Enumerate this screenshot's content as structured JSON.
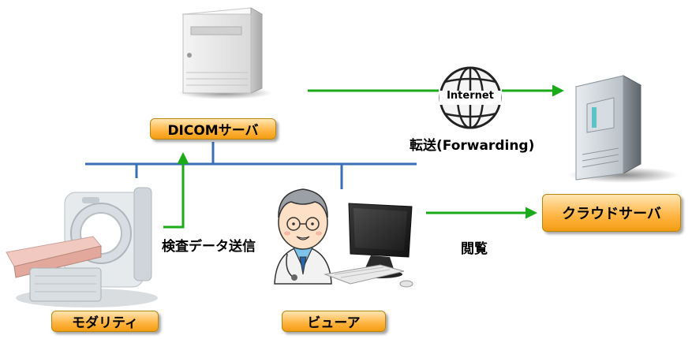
{
  "labels": {
    "dicom_server": "DICOMサーバ",
    "cloud_server": "クラウドサーバ",
    "modality": "モダリティ",
    "viewer": "ビューア",
    "internet": "Internet",
    "forwarding": "転送(Forwarding)",
    "send_exam_data": "検査データ送信",
    "browse": "閲覧"
  },
  "colors": {
    "network_line": "#3a6fb5",
    "arrow": "#1aaa1a",
    "label_gradient_top": "#ffe6b3",
    "label_gradient_bottom": "#f39c12"
  },
  "icons": {
    "dicom_server": "server-tower-icon",
    "cloud_server": "server-tower-icon",
    "internet": "globe-icon",
    "modality": "ct-scanner-icon",
    "viewer_person": "doctor-icon",
    "viewer_pc": "computer-monitor-icon"
  }
}
